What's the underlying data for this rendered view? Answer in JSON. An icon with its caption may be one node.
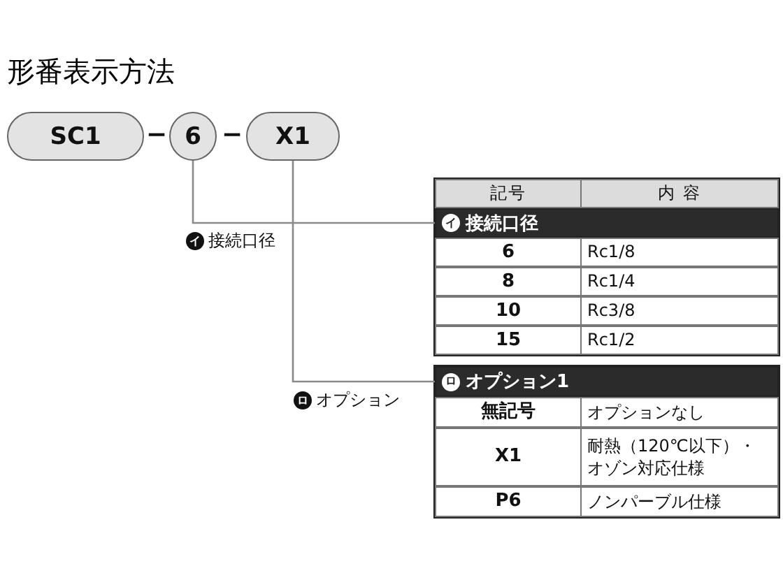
{
  "diagram": {
    "title": "形番表示方法",
    "nodes": [
      {
        "text": [
          "SC1"
        ]
      },
      {
        "text": [
          "6"
        ]
      },
      {
        "text": [
          "X1"
        ]
      },
      {
        "text": [
          "イ",
          "接続口径"
        ]
      },
      {
        "text": [
          "ロ",
          "オプション1"
        ]
      }
    ],
    "edges": [
      {
        "from": 1,
        "to": 3,
        "arrow": "none"
      },
      {
        "from": 2,
        "to": 4,
        "arrow": "none"
      }
    ],
    "labels": [
      "−",
      "−",
      "イ",
      "接続口径",
      "ロ",
      "オプション",
      "記号",
      "内 容",
      "6",
      "Rc1/8",
      "8",
      "Rc1/4",
      "10",
      "Rc3/8",
      "15",
      "Rc1/2",
      "無記号",
      "オプションなし",
      "X1",
      "耐熱（120℃以下）・オゾン対応仕様",
      "P6",
      "ノンパーブル仕様"
    ]
  }
}
